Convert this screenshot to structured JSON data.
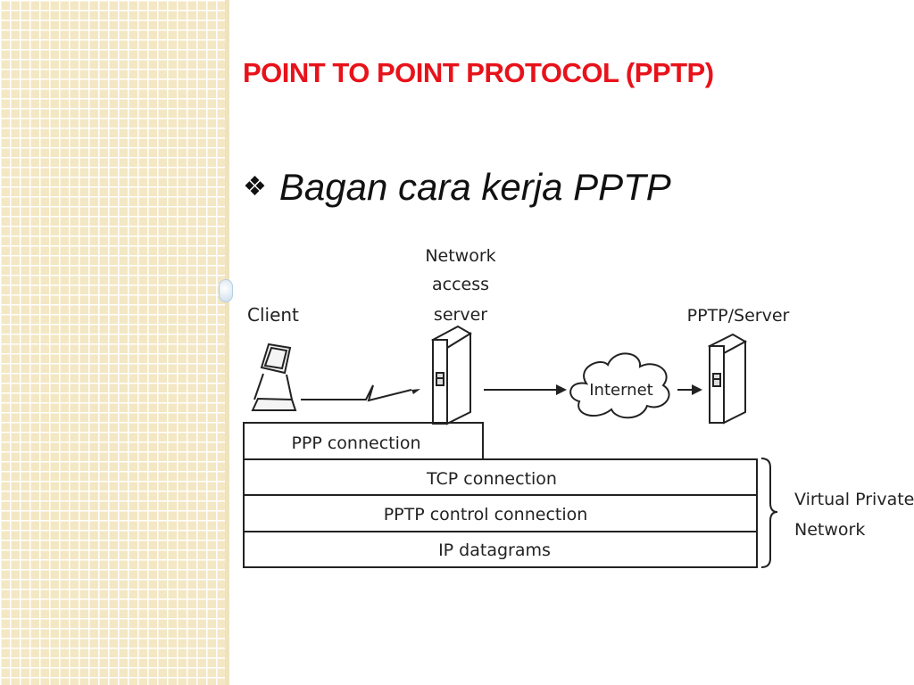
{
  "slide": {
    "title": "POINT TO POINT PROTOCOL (PPTP)",
    "bullet_icon": "diamond-bullet-icon",
    "bullet_text": "Bagan cara kerja PPTP"
  },
  "diagram": {
    "nodes": {
      "client": "Client",
      "nas_line1": "Network",
      "nas_line2": "access",
      "nas_line3": "server",
      "internet": "Internet",
      "server": "PPTP/Server"
    },
    "layers": {
      "ppp": "PPP connection",
      "tcp": "TCP connection",
      "pptp_control": "PPTP control connection",
      "ip": "IP datagrams"
    },
    "vpn_line1": "Virtual Private",
    "vpn_line2": "Network"
  }
}
